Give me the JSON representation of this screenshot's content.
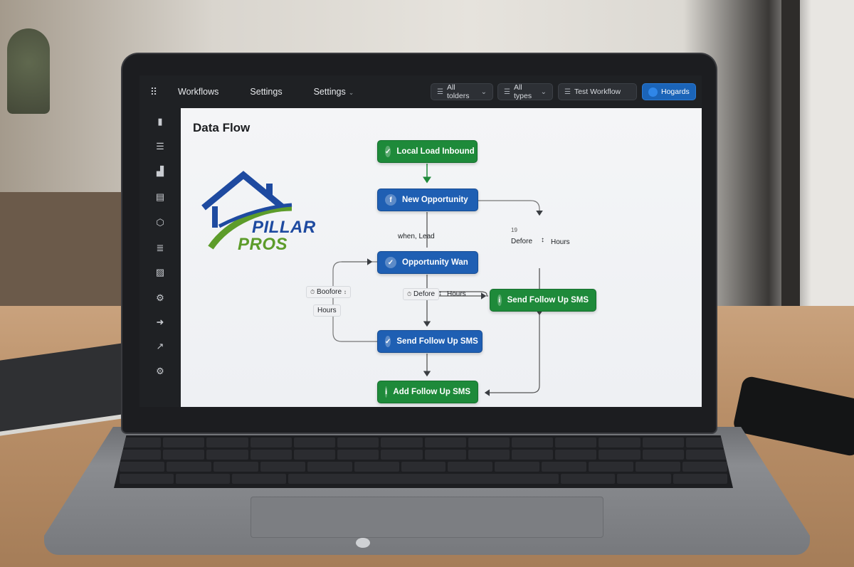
{
  "header": {
    "nav": [
      {
        "label": "Workflows"
      },
      {
        "label": "Settings"
      },
      {
        "label": "Settings"
      }
    ],
    "filters": {
      "folders": "All tolders",
      "types": "All types",
      "test": "Test Workflow",
      "account": "Hogards"
    }
  },
  "sidebar": {
    "icons": [
      "document-icon",
      "list-icon",
      "bar-chart-icon",
      "note-icon",
      "shape-icon",
      "stack-icon",
      "image-icon",
      "settings-icon",
      "arrow-circle-icon",
      "trend-icon",
      "gear-icon"
    ]
  },
  "canvas": {
    "title": "Data Flow",
    "logo": {
      "line1": "PILLAR",
      "line2": "PROS"
    },
    "nodes": {
      "n1": {
        "label": "Local Load Inbound",
        "icon": "✓"
      },
      "n2": {
        "label": "New Opportunity",
        "icon": "f"
      },
      "n3": {
        "label": "Opportunity Wan",
        "icon": "✓"
      },
      "n4": {
        "label": "Send Follow Up SMS",
        "icon": "✓"
      },
      "n5": {
        "label": "Add Follow Up SMS",
        "icon": "i"
      },
      "n6": {
        "label": "Send Follow Up SMS",
        "icon": "i"
      }
    },
    "labels": {
      "when_lead": "when, Lead",
      "left_before": "Boofore",
      "left_hours": "Hours",
      "mid_before": "Defore",
      "mid_hours": "Hours",
      "right_num": "19",
      "right_before": "Defore",
      "right_hours": "Hours"
    }
  },
  "colors": {
    "green": "#1e8a3a",
    "blue": "#1f5fb3",
    "topbar": "#1f2124"
  }
}
